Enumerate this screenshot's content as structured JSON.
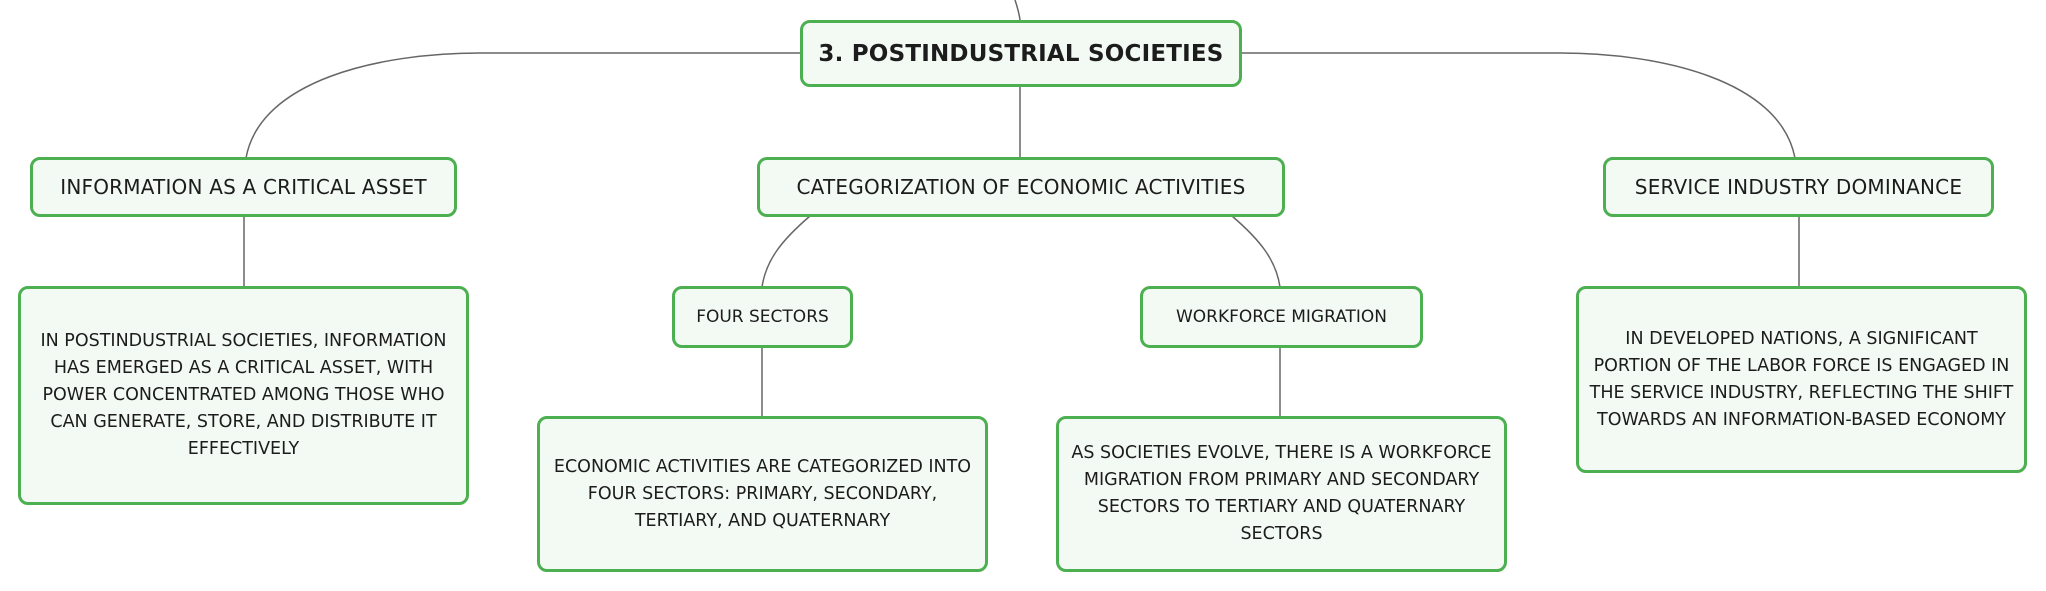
{
  "diagram": {
    "root": {
      "label": "3. POSTINDUSTRIAL SOCIETIES"
    },
    "branches": {
      "information": {
        "label": "INFORMATION AS A CRITICAL ASSET",
        "detail": "IN POSTINDUSTRIAL SOCIETIES, INFORMATION HAS EMERGED AS A CRITICAL ASSET, WITH POWER CONCENTRATED AMONG THOSE WHO CAN GENERATE, STORE, AND DISTRIBUTE IT EFFECTIVELY"
      },
      "categorization": {
        "label": "CATEGORIZATION OF ECONOMIC ACTIVITIES",
        "children": {
          "four_sectors": {
            "label": "FOUR SECTORS",
            "detail": "ECONOMIC ACTIVITIES ARE CATEGORIZED INTO FOUR SECTORS: PRIMARY, SECONDARY, TERTIARY, AND QUATERNARY"
          },
          "workforce_migration": {
            "label": "WORKFORCE MIGRATION",
            "detail": "AS SOCIETIES EVOLVE, THERE IS A WORKFORCE MIGRATION FROM PRIMARY AND SECONDARY SECTORS TO TERTIARY AND QUATERNARY SECTORS"
          }
        }
      },
      "service": {
        "label": "SERVICE INDUSTRY DOMINANCE",
        "detail": "IN DEVELOPED NATIONS, A SIGNIFICANT PORTION OF THE LABOR FORCE IS ENGAGED IN THE SERVICE INDUSTRY, REFLECTING THE SHIFT TOWARDS AN INFORMATION-BASED ECONOMY"
      }
    },
    "colors": {
      "node_border": "#4caf50",
      "node_fill": "#f3faf4",
      "connector": "#666666",
      "text": "#1c1c1c"
    }
  }
}
